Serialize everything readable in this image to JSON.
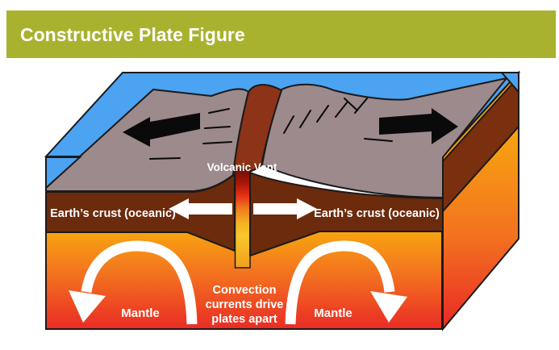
{
  "header": {
    "title": "Constructive Plate Figure"
  },
  "diagram": {
    "volcanic_vent_label": "Volcanic Vent",
    "crust_left_label": "Earth’s crust (oceanic)",
    "crust_right_label": "Earth’s crust (oceanic)",
    "mantle_left_label": "Mantle",
    "mantle_right_label": "Mantle",
    "convection_lines": [
      "Convection",
      "currents drive",
      "plates apart"
    ]
  },
  "colors": {
    "header_bg": "#A9B22F",
    "header_text": "#FFFFFF",
    "water": "#4BA3F2",
    "seafloor_gray": "#9C8A8C",
    "crust_brown": "#6B2B0C",
    "crust_brown_side": "#7A2F0E",
    "rift_wall": "#8C3318",
    "outline": "#1A1A1A",
    "mantle_top": "#F8A50F",
    "mantle_mid": "#F37120",
    "mantle_bottom": "#E92B25",
    "vent_dark": "#6F1205",
    "vent_red": "#E83015",
    "vent_orange": "#F07C1C",
    "vent_yellow": "#F8C62C",
    "vent_base": "#F0A01E",
    "arrow_black": "#0A0A0A",
    "arrow_white": "#FFFFFF",
    "label_text": "#FFFFFF"
  }
}
